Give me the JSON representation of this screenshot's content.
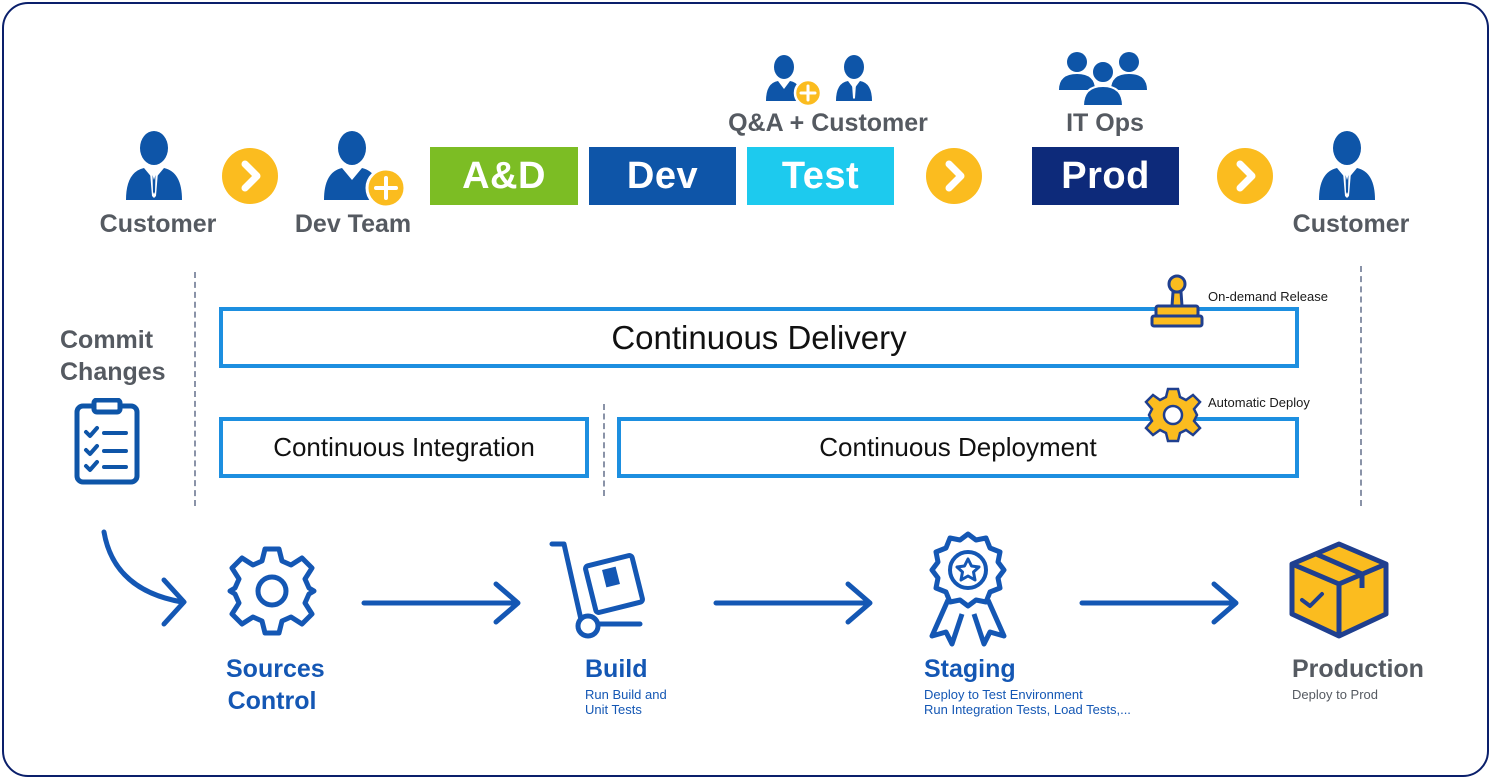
{
  "team_row": {
    "customer_left": "Customer",
    "dev_team": "Dev Team",
    "qa_customer": "Q&A + Customer",
    "it_ops": "IT Ops",
    "customer_right": "Customer"
  },
  "phases": [
    {
      "label": "A&D",
      "color": "#7cbd24"
    },
    {
      "label": "Dev",
      "color": "#0e55a8"
    },
    {
      "label": "Test",
      "color": "#1dcaee"
    },
    {
      "label": "Prod",
      "color": "#0d2a7a"
    }
  ],
  "commit": {
    "line1": "Commit",
    "line2": "Changes"
  },
  "boxes": {
    "continuous_delivery": "Continuous Delivery",
    "continuous_integration": "Continuous Integration",
    "continuous_deployment": "Continuous Deployment"
  },
  "notes": {
    "on_demand_release": "On-demand Release",
    "automatic_deploy": "Automatic Deploy"
  },
  "pipeline": {
    "sources": {
      "line1": "Sources",
      "line2": "Control"
    },
    "build": {
      "title": "Build",
      "sub1": "Run Build and",
      "sub2": "Unit Tests"
    },
    "staging": {
      "title": "Staging",
      "sub1": "Deploy to Test Environment",
      "sub2": "Run Integration Tests, Load Tests,..."
    },
    "production": {
      "title": "Production",
      "sub1": "Deploy to Prod"
    }
  },
  "colors": {
    "accent_blue": "#1457b4",
    "icon_blue": "#0e55a8",
    "yellow": "#fbbc1f",
    "box_border": "#1d8fe0",
    "frame": "#0a1f6b"
  }
}
